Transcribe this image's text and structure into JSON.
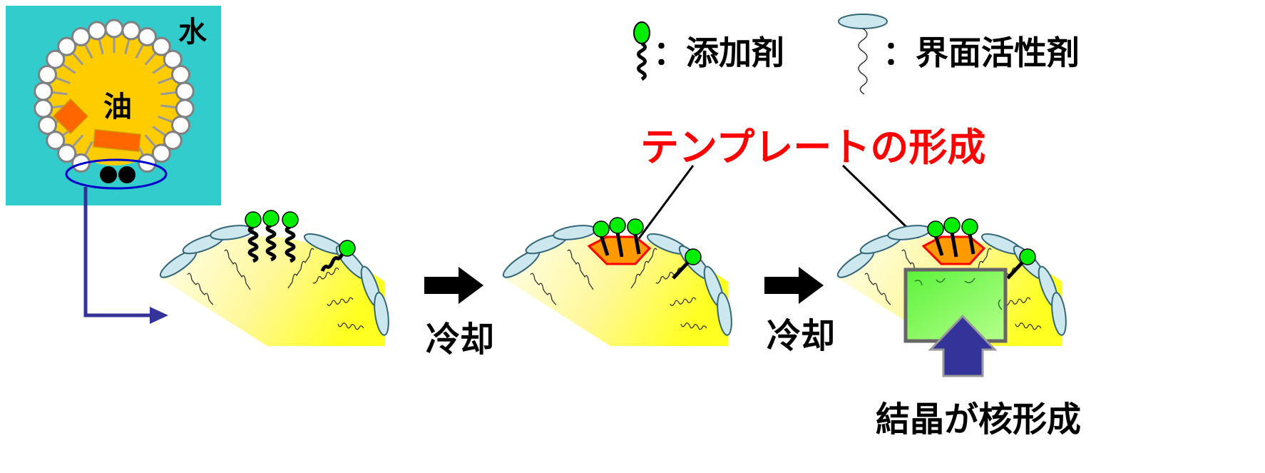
{
  "labels": {
    "water": "水",
    "oil": "油",
    "additive_legend": "：添加剤",
    "surfactant_legend": "：界面活性剤",
    "template_formation": "テンプレートの形成",
    "cooling_1": "冷却",
    "cooling_2": "冷却",
    "crystal_nucleation": "結晶が核形成"
  },
  "colors": {
    "water": "#33cccc",
    "oil": "#ffcc00",
    "crystal_fragment": "#ff6600",
    "droplet_gradient_light": "#fffbe0",
    "droplet_gradient_dark": "#ffff33",
    "surfactant_head": "#cce8ee",
    "additive_head": "#00ee00",
    "template": "#ff9900",
    "template_border": "#ff0000",
    "crystal": "#66ff33",
    "crystal_border": "#666666",
    "nucleation_arrow": "#333399",
    "connector": "#333399",
    "highlight_ellipse": "#0000cc",
    "title_red": "#ff0000"
  }
}
